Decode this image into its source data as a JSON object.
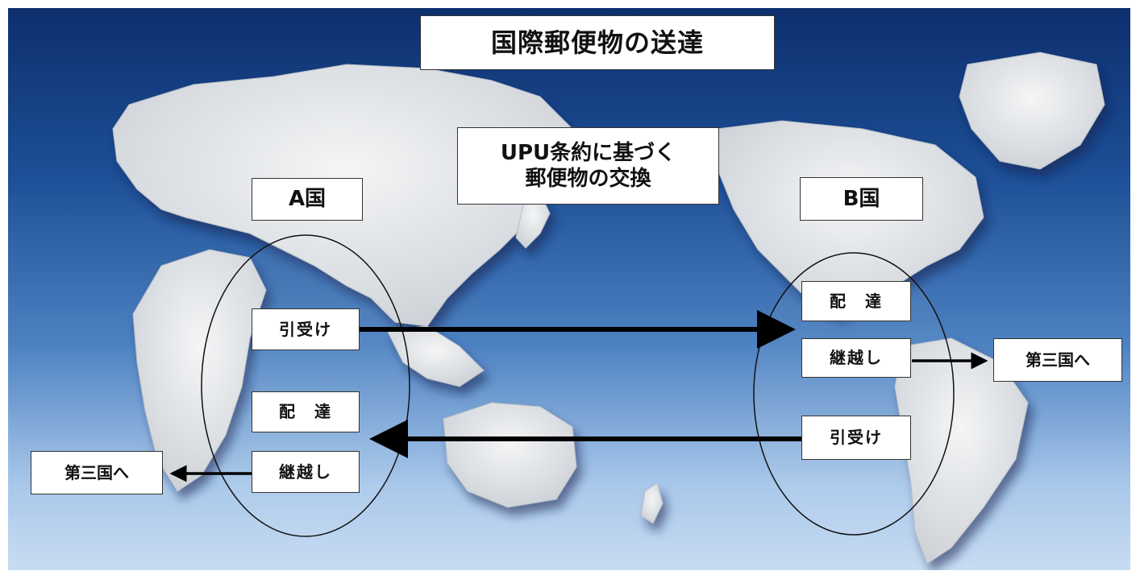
{
  "title": "国際郵便物の送達",
  "exchange_note": {
    "line1": "UPU条約に基づく",
    "line2": "郵便物の交換"
  },
  "country_a": {
    "name": "A国",
    "steps": {
      "acceptance": "引受け",
      "delivery": "配　達",
      "forwarding": "継越し"
    },
    "third_country": "第三国へ"
  },
  "country_b": {
    "name": "B国",
    "steps": {
      "acceptance": "引受け",
      "delivery": "配　達",
      "forwarding": "継越し"
    },
    "third_country": "第三国へ"
  },
  "colors": {
    "ocean_dark": "#0d2f6e",
    "ocean_light": "#c8dcf2",
    "land": "#e4e7ea",
    "arrow": "#000000",
    "box_fill": "#ffffff"
  }
}
